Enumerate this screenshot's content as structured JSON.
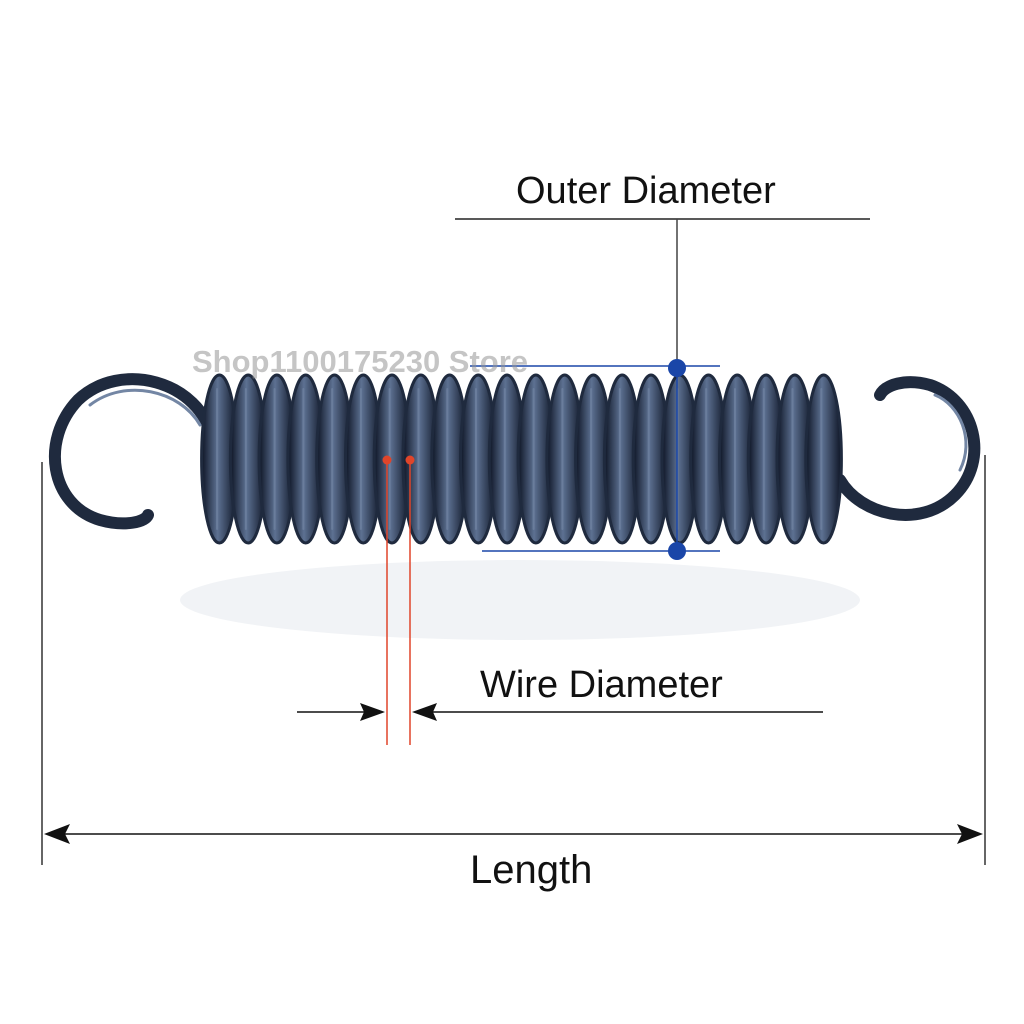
{
  "labels": {
    "outer_diameter": "Outer Diameter",
    "wire_diameter": "Wire Diameter",
    "length": "Length"
  },
  "watermark": "Shop1100175230 Store",
  "colors": {
    "spring": "#1f2a3e",
    "spring_highlight": "#6a7d9c",
    "outer_diameter_marker": "#1a46a8",
    "wire_diameter_marker": "#e0452a",
    "dimension_line": "#111111"
  },
  "spring": {
    "coil_count": 22
  }
}
